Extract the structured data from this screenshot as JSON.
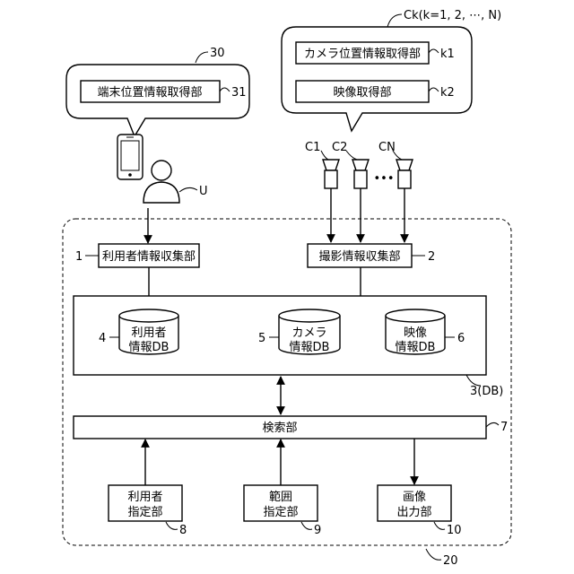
{
  "terminal_callout": {
    "ref": "30",
    "unit_label": "端末位置情報取得部",
    "unit_ref": "31"
  },
  "camera_callout": {
    "ref": "Ck(k=1, 2, ⋯, N)",
    "unit1_label": "カメラ位置情報取得部",
    "unit1_ref": "k1",
    "unit2_label": "映像取得部",
    "unit2_ref": "k2"
  },
  "cameras": {
    "c1": "C1",
    "c2": "C2",
    "ellipsis": "•••",
    "cn": "CN"
  },
  "user": {
    "ref": "U"
  },
  "user_info_collector": {
    "label": "利用者情報収集部",
    "ref": "1"
  },
  "capture_info_collector": {
    "label": "撮影情報収集部",
    "ref": "2"
  },
  "database": {
    "ref": "3(DB)",
    "user_db": {
      "line1": "利用者",
      "line2": "情報DB",
      "ref": "4"
    },
    "camera_db": {
      "line1": "カメラ",
      "line2": "情報DB",
      "ref": "5"
    },
    "video_db": {
      "line1": "映像",
      "line2": "情報DB",
      "ref": "6"
    }
  },
  "search": {
    "label": "検索部",
    "ref": "7"
  },
  "user_designator": {
    "line1": "利用者",
    "line2": "指定部",
    "ref": "8"
  },
  "range_designator": {
    "line1": "範囲",
    "line2": "指定部",
    "ref": "9"
  },
  "image_output": {
    "line1": "画像",
    "line2": "出力部",
    "ref": "10"
  },
  "system": {
    "ref": "20"
  }
}
